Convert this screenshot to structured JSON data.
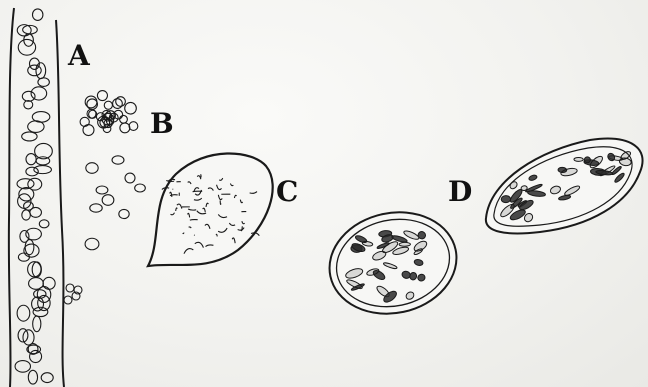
{
  "labels": {
    "a": "A",
    "b": "B",
    "c": "C",
    "d": "D"
  },
  "colors": {
    "paper": "#f4f4f2",
    "ink": "#1a1a1a",
    "shade": "#3a3a3a"
  }
}
